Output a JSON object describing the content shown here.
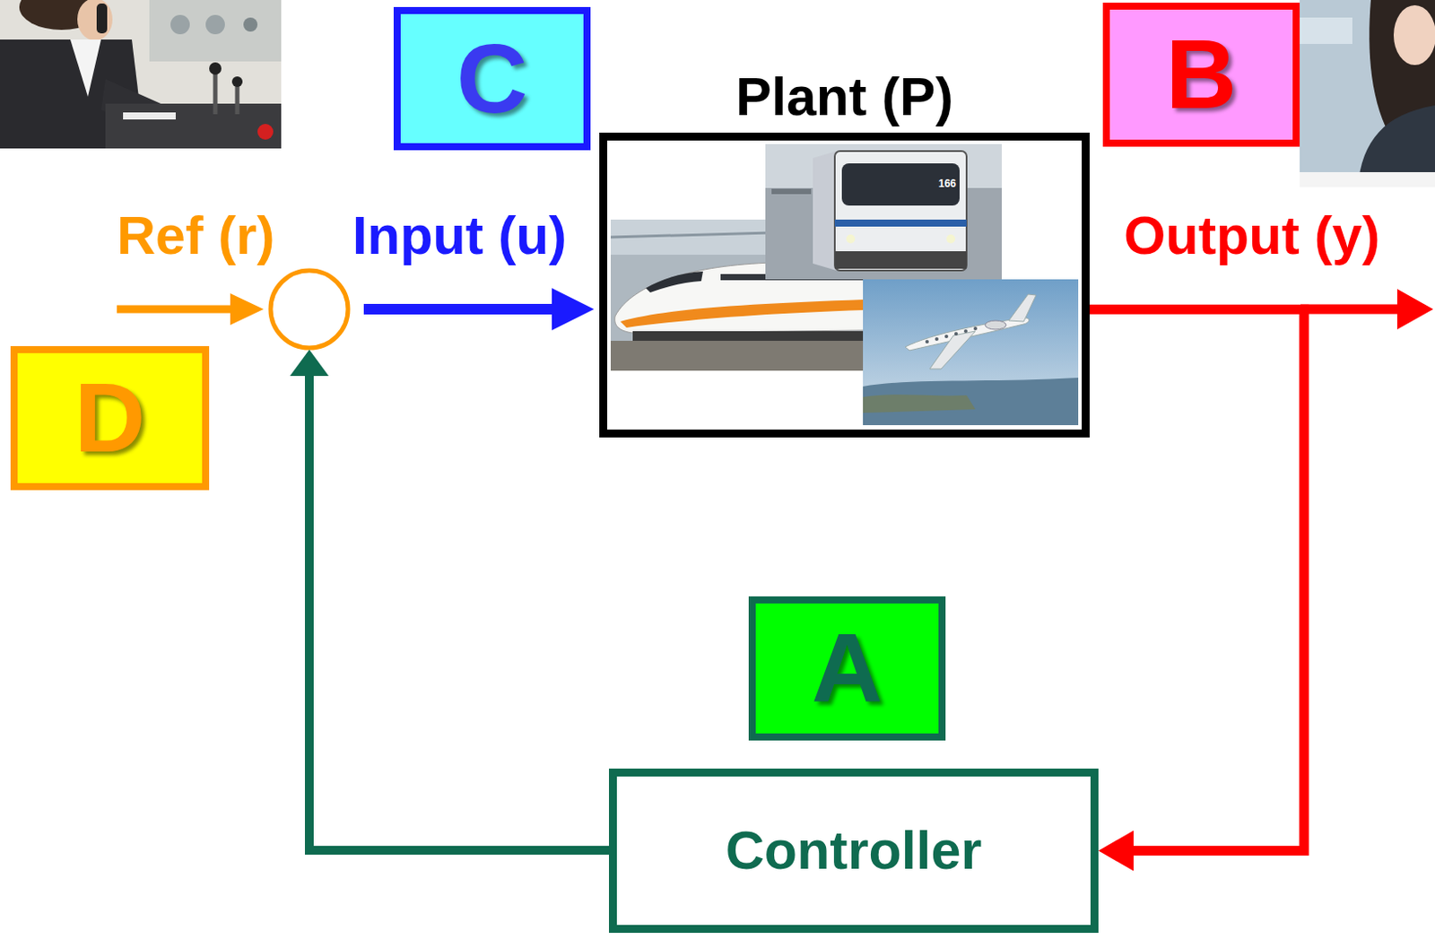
{
  "diagram": {
    "nodes": [
      {
        "text": [
          "C"
        ]
      },
      {
        "text": [
          "Plant (P)"
        ]
      },
      {
        "text": [
          "B"
        ]
      },
      {
        "text": [
          "D"
        ]
      },
      {
        "text": [
          "A"
        ]
      },
      {
        "text": [
          "Controller"
        ]
      }
    ],
    "edges": [
      {
        "from": 1,
        "to": 5,
        "arrow": "to"
      }
    ],
    "labels": [
      "Ref (r)",
      "Input (u)",
      "Output (y)",
      "166"
    ]
  }
}
